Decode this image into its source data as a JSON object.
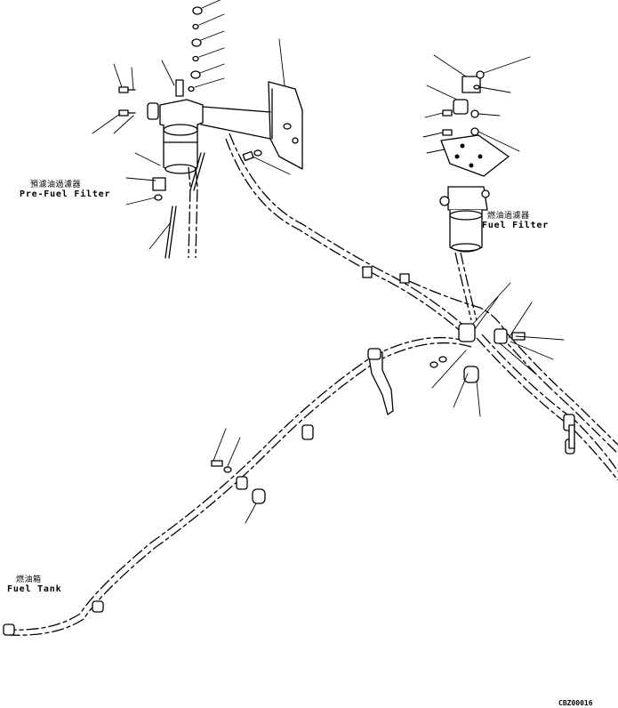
{
  "labels": {
    "pre_fuel_filter_cn": "預濾油過濾器",
    "pre_fuel_filter_en": "Pre-Fuel Filter",
    "fuel_filter_cn": "燃油過濾器",
    "fuel_filter_en": "Fuel Filter",
    "fuel_tank_cn": "燃油箱",
    "fuel_tank_en": "Fuel Tank",
    "drawing_code": "CBZ00016"
  },
  "colors": {
    "ink": "#000000",
    "paper": "#ffffff"
  }
}
